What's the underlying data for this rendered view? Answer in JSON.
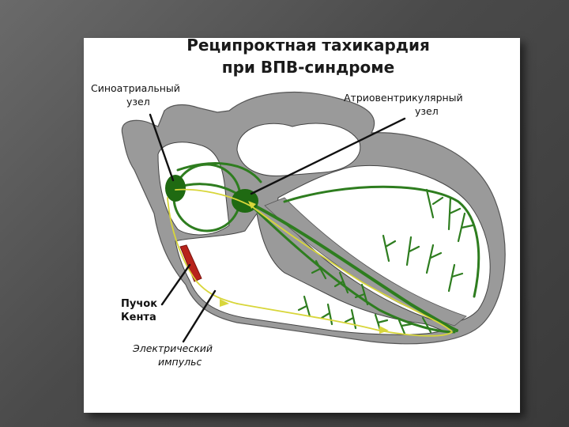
{
  "title": {
    "line1": "Реципроктная тахикардия",
    "line2": "при ВПВ-синдроме"
  },
  "labels": {
    "sa_node": {
      "line1": "Синоатриальный",
      "line2": "узел"
    },
    "av_node": {
      "line1": "Атриовентрикулярный",
      "line2": "узел"
    },
    "kent_bundle": {
      "line1": "Пучок",
      "line2": "Кента"
    },
    "impulse": {
      "line1": "Электрический",
      "line2": "импульс"
    }
  },
  "colors": {
    "background": "#555555",
    "slide": "#ffffff",
    "heart_wall": "#9a9a9a",
    "conduction": "#2e7d1f",
    "node": "#1f6a12",
    "impulse_path": "#d8d63a",
    "kent_bundle": "#b8231b"
  }
}
